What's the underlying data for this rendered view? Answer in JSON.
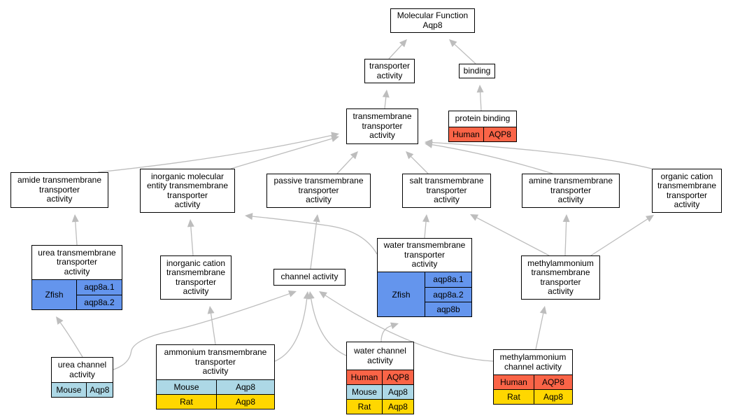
{
  "colors": {
    "edge": "#bdbdbd",
    "human": "#fa6447",
    "mouse": "#add8e6",
    "rat": "#ffd700",
    "zfish": "#6495ed"
  },
  "nodes": {
    "mf": {
      "title": "Molecular Function\nAqp8"
    },
    "transporter": {
      "title": "transporter\nactivity"
    },
    "binding": {
      "title": "binding"
    },
    "tmt": {
      "title": "transmembrane\ntransporter\nactivity"
    },
    "protein_binding": {
      "title": "protein binding",
      "rows": [
        [
          "Human",
          "AQP8"
        ]
      ]
    },
    "amide": {
      "title": "amide transmembrane\ntransporter\nactivity"
    },
    "inorg_mol": {
      "title": "inorganic molecular\nentity transmembrane\ntransporter\nactivity"
    },
    "passive": {
      "title": "passive transmembrane\ntransporter\nactivity"
    },
    "salt": {
      "title": "salt transmembrane\ntransporter\nactivity"
    },
    "amine": {
      "title": "amine transmembrane\ntransporter\nactivity"
    },
    "org_cation": {
      "title": "organic cation\ntransmembrane\ntransporter\nactivity"
    },
    "urea_tm": {
      "title": "urea transmembrane\ntransporter\nactivity",
      "species": "Zfish",
      "genes": [
        "aqp8a.1",
        "aqp8a.2"
      ]
    },
    "inorg_cation": {
      "title": "inorganic cation\ntransmembrane\ntransporter\nactivity"
    },
    "channel": {
      "title": "channel activity"
    },
    "water_tm": {
      "title": "water transmembrane\ntransporter\nactivity",
      "species": "Zfish",
      "genes": [
        "aqp8a.1",
        "aqp8a.2",
        "aqp8b"
      ]
    },
    "methyl_tm": {
      "title": "methylammonium\ntransmembrane\ntransporter\nactivity"
    },
    "urea_ch": {
      "title": "urea channel\nactivity",
      "rows": [
        [
          "Mouse",
          "Aqp8"
        ]
      ]
    },
    "ammonium": {
      "title": "ammonium transmembrane\ntransporter\nactivity",
      "rows": [
        [
          "Mouse",
          "Aqp8"
        ],
        [
          "Rat",
          "Aqp8"
        ]
      ]
    },
    "water_ch": {
      "title": "water channel\nactivity",
      "rows": [
        [
          "Human",
          "AQP8"
        ],
        [
          "Mouse",
          "Aqp8"
        ],
        [
          "Rat",
          "Aqp8"
        ]
      ]
    },
    "methyl_ch": {
      "title": "methylammonium\nchannel activity",
      "rows": [
        [
          "Human",
          "AQP8"
        ],
        [
          "Rat",
          "Aqp8"
        ]
      ]
    }
  },
  "edges": [
    [
      "transporter",
      "mf"
    ],
    [
      "binding",
      "mf"
    ],
    [
      "tmt",
      "transporter"
    ],
    [
      "protein_binding",
      "binding"
    ],
    [
      "amide",
      "tmt"
    ],
    [
      "inorg_mol",
      "tmt"
    ],
    [
      "passive",
      "tmt"
    ],
    [
      "salt",
      "tmt"
    ],
    [
      "amine",
      "tmt"
    ],
    [
      "org_cation",
      "tmt"
    ],
    [
      "urea_tm",
      "amide"
    ],
    [
      "inorg_cation",
      "inorg_mol"
    ],
    [
      "channel",
      "passive"
    ],
    [
      "water_tm",
      "inorg_mol"
    ],
    [
      "water_tm",
      "salt"
    ],
    [
      "methyl_tm",
      "salt"
    ],
    [
      "methyl_tm",
      "amine"
    ],
    [
      "methyl_tm",
      "org_cation"
    ],
    [
      "urea_ch",
      "urea_tm"
    ],
    [
      "urea_ch",
      "channel"
    ],
    [
      "ammonium",
      "inorg_cation"
    ],
    [
      "ammonium",
      "channel"
    ],
    [
      "water_ch",
      "channel"
    ],
    [
      "water_ch",
      "water_tm"
    ],
    [
      "methyl_ch",
      "channel"
    ],
    [
      "methyl_ch",
      "methyl_tm"
    ]
  ]
}
